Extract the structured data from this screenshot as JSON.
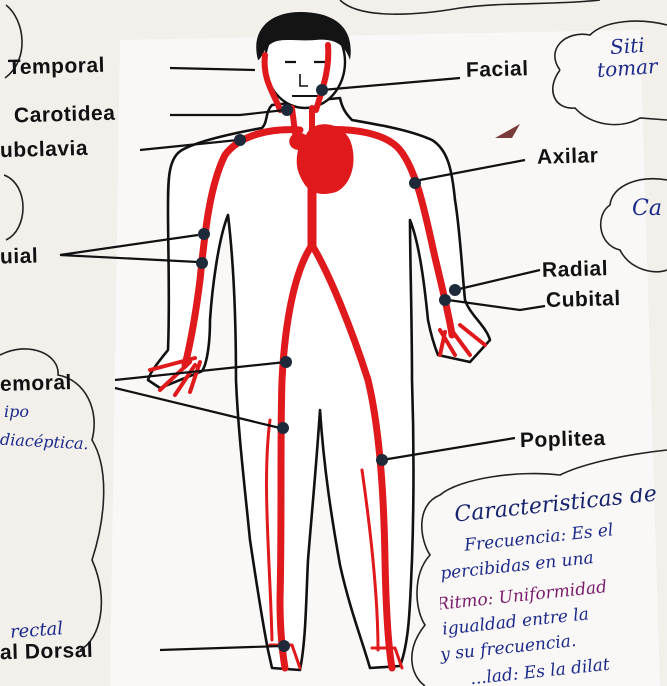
{
  "labels": {
    "temporal": "Temporal",
    "carotidea": "Carotidea",
    "subclavia": "ubclavia",
    "braquial": "uial",
    "femoral": "emoral",
    "dorsal": "al Dorsal",
    "facial": "Facial",
    "axilar": "Axilar",
    "radial": "Radial",
    "cubital": "Cubital",
    "poplitea": "Poplitea"
  },
  "notes": {
    "right_top_1": "Siti",
    "right_top_2": "tomar",
    "right_mid": "Ca",
    "left_1": "ipo",
    "left_2": "diacéptica.",
    "left_bottom": "rectal",
    "box": {
      "title": "Caracteristicas de",
      "lines": [
        "Frecuencia: Es el",
        "percibidas en una",
        "Ritmo: Uniformidad",
        "igualdad entre la",
        "y su frecuencia.",
        "...lad: Es la dilat"
      ]
    }
  },
  "colors": {
    "artery": "#e0191c",
    "outline": "#111111",
    "hair": "#141414",
    "pulse_point": "#1e2a3a",
    "ink": "#1b2a8a"
  }
}
